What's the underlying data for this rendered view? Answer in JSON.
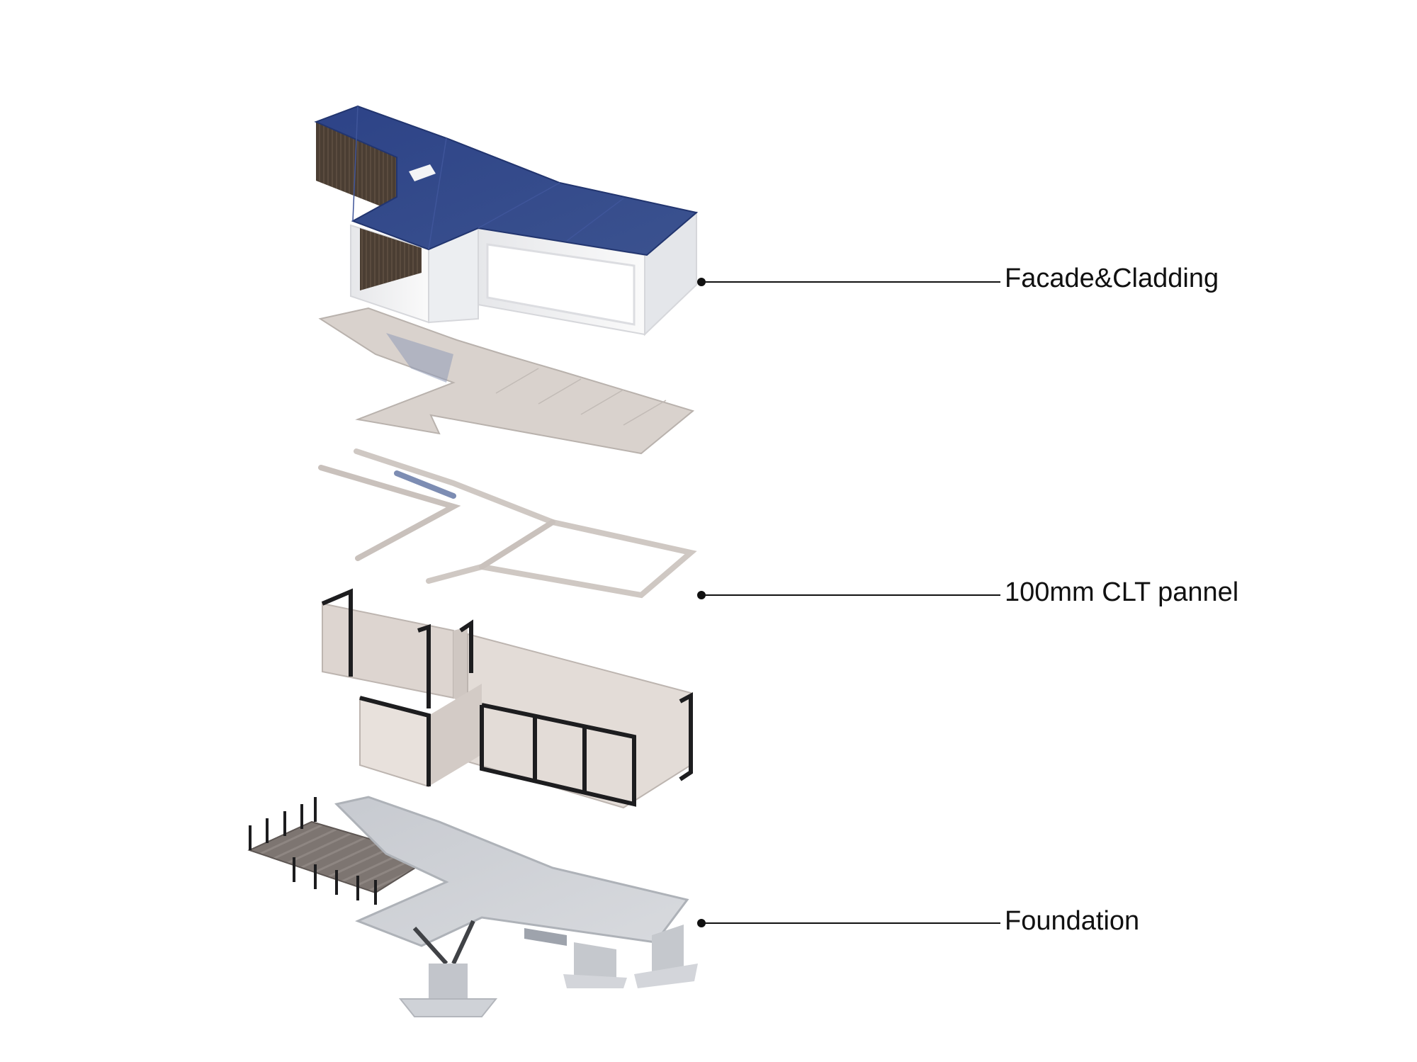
{
  "labels": {
    "facade": "Facade&Cladding",
    "clt": "100mm CLT pannel",
    "foundation": "Foundation"
  },
  "colors": {
    "roof": "#2f4587",
    "cladding_dark": "#4a3d31",
    "wall_white": "#f3f4f6",
    "panel_beige": "#d9d0ca",
    "frame_black": "#1d1d1f",
    "concrete": "#c9ccd1",
    "deck": "#7f7773",
    "leader_line": "#111111"
  }
}
